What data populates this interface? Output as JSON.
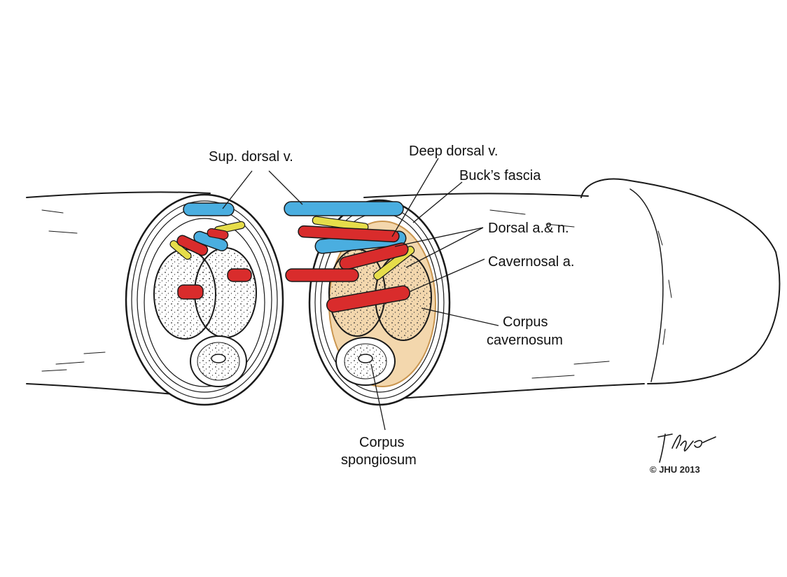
{
  "labels": {
    "sup_dorsal_v": "Sup. dorsal v.",
    "deep_dorsal_v": "Deep dorsal v.",
    "bucks_fascia": "Buck’s fascia",
    "dorsal_a_n": "Dorsal a.& n.",
    "cavernosal_a": "Cavernosal a.",
    "corpus_cavernosum_1": "Corpus",
    "corpus_cavernosum_2": "cavernosum",
    "corpus_spongiosum_1": "Corpus",
    "corpus_spongiosum_2": "spongiosum"
  },
  "signature": {
    "text": "T Phillips",
    "copyright": "© JHU 2013"
  },
  "colors": {
    "vein": "#4aaee0",
    "artery": "#d92c2c",
    "nerve": "#e6dd4a",
    "bucks_fascia": "#e8b87a",
    "outline": "#1a1a1a"
  }
}
